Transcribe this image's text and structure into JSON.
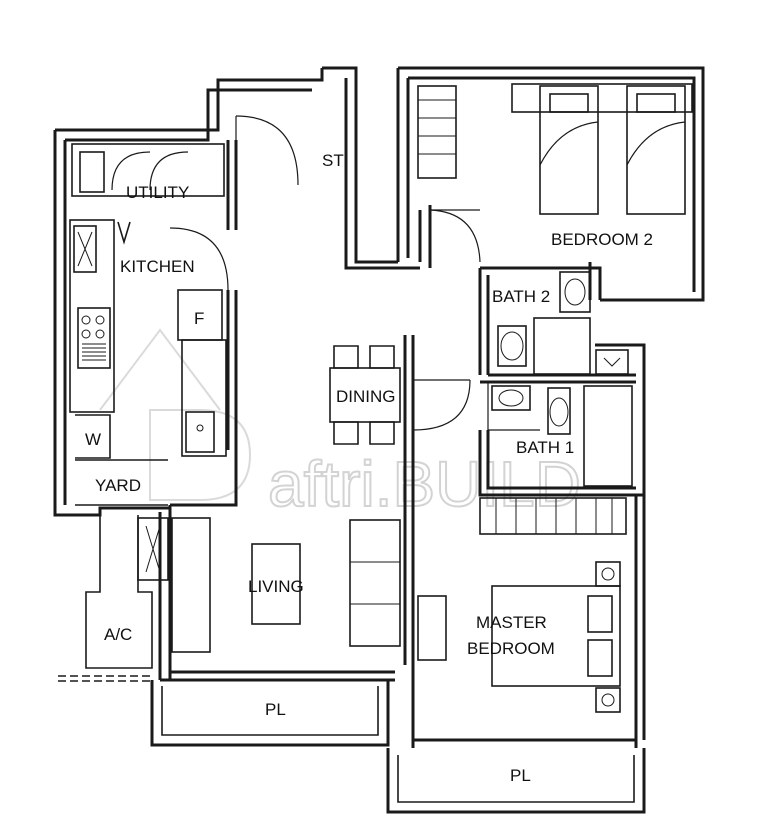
{
  "rooms": {
    "utility": "UTILITY",
    "st": "ST",
    "bedroom2": "BEDROOM 2",
    "kitchen": "KITCHEN",
    "fridge": "F",
    "bath2": "BATH 2",
    "dining": "DINING",
    "washer": "W",
    "yard": "YARD",
    "bath1": "BATH 1",
    "living": "LIVING",
    "ac": "A/C",
    "master_line1": "MASTER",
    "master_line2": "BEDROOM",
    "pl_left": "PL",
    "pl_right": "PL"
  },
  "watermark": "aftri.BUILD"
}
